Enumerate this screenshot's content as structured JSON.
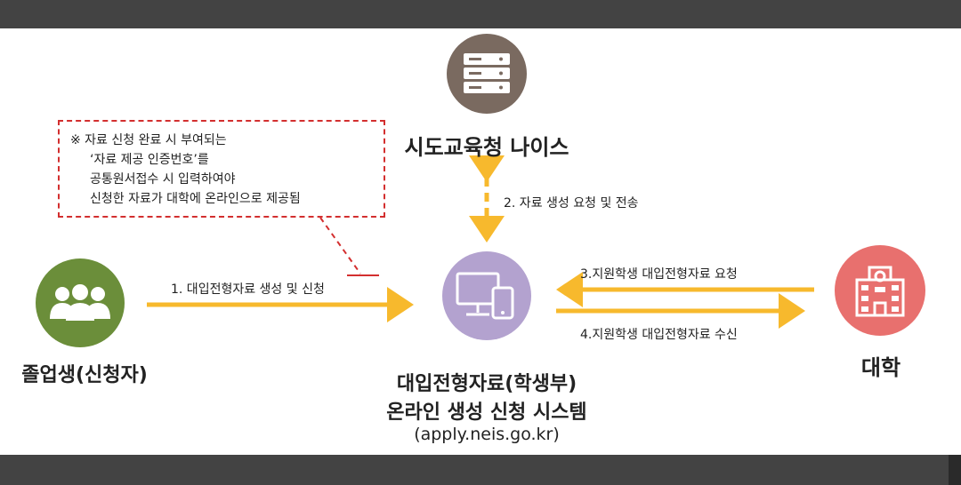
{
  "nodes": {
    "graduate": {
      "label": "졸업생(신청자)",
      "color": "#6b8e3a"
    },
    "neis": {
      "label": "시도교육청 나이스",
      "color": "#7a6a60"
    },
    "system": {
      "line1": "대입전형자료(학생부)",
      "line2": "온라인 생성 신청 시스템",
      "url": "(apply.neis.go.kr)",
      "color": "#b3a2cf"
    },
    "university": {
      "label": "대학",
      "color": "#e8706e"
    }
  },
  "arrows": {
    "step1": "1. 대입전형자료 생성 및 신청",
    "step2": "2. 자료 생성 요청 및 전송",
    "step3": "3.지원학생 대입전형자료 요청",
    "step4": "4.지원학생 대입전형자료 수신",
    "arrow_color": "#f7b92d"
  },
  "note": {
    "line1": "※ 자료 신청 완료 시 부여되는",
    "line2": "‘자료 제공 인증번호’를",
    "line3": "공통원서접수 시 입력하여야",
    "line4": "신청한 자료가 대학에 온라인으로 제공됨",
    "border_color": "#d32f2f"
  }
}
